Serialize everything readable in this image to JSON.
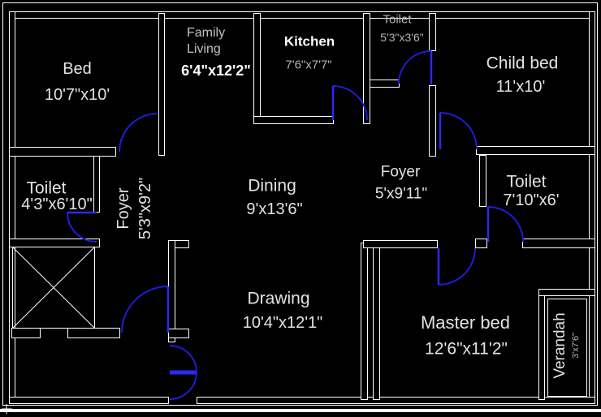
{
  "colors": {
    "background": "#000000",
    "walls": "#ffffff",
    "door_swings": "#1d1dd8",
    "frame": "#ffffff"
  },
  "rooms": {
    "bed": {
      "name": "Bed",
      "dims": "10'7\"x10'"
    },
    "family_living": {
      "name": "Family Living",
      "dims": "6'4\"x12'2\""
    },
    "kitchen": {
      "name": "Kitchen",
      "dims": "7'6\"x7'7\""
    },
    "toilet_top": {
      "name": "Toilet",
      "dims": "5'3\"x3'6\""
    },
    "child_bed": {
      "name": "Child bed",
      "dims": "11'x10'"
    },
    "toilet_left": {
      "name": "Toilet",
      "dims": "4'3\"x6'10\""
    },
    "foyer_left": {
      "name": "Foyer",
      "dims": "5'3\"x9'2\""
    },
    "dining": {
      "name": "Dining",
      "dims": "9'x13'6\""
    },
    "foyer_right": {
      "name": "Foyer",
      "dims": "5'x9'11\""
    },
    "toilet_right": {
      "name": "Toilet",
      "dims": "7'10\"x6'"
    },
    "drawing_room": {
      "name": "Drawing",
      "dims": "10'4\"x12'1\""
    },
    "master_bed": {
      "name": "Master bed",
      "dims": "12'6\"x11'2\""
    },
    "verandah": {
      "name": "Verandah",
      "dims": "3'x7'6\""
    }
  }
}
